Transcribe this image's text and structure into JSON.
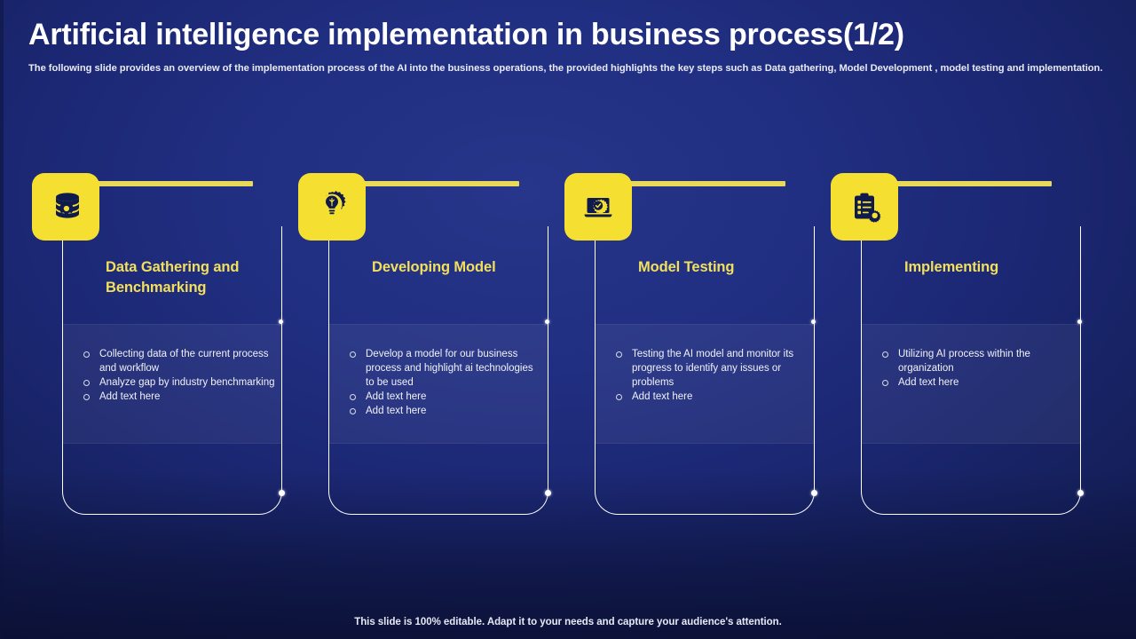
{
  "header": {
    "title": "Artificial intelligence implementation in business process(1/2)",
    "subtitle": "The following slide provides an overview of the implementation process of the AI into the business operations, the provided highlights the key steps such as Data gathering, Model Development , model testing and implementation."
  },
  "colors": {
    "background_top": "#27358a",
    "background_bottom": "#121a4d",
    "accent_yellow": "#f5e031",
    "title_yellow": "#f2e05c",
    "bar_yellow": "#e8d95a",
    "line_white": "#ffffff",
    "text_white": "#f0f2fa"
  },
  "columns": [
    {
      "icon": "database-gear-icon",
      "title": "Data Gathering and Benchmarking",
      "bullets": [
        "Collecting data of the current process and workflow",
        "Analyze gap by industry benchmarking",
        "Add text here"
      ]
    },
    {
      "icon": "gear-lightbulb-icon",
      "title": "Developing Model",
      "bullets": [
        "Develop a model for our business process and highlight ai technologies to be used",
        "Add text here",
        "Add text here"
      ]
    },
    {
      "icon": "laptop-gear-icon",
      "title": "Model Testing",
      "bullets": [
        "Testing the AI model and monitor its progress to identify any issues or problems",
        "Add text here"
      ]
    },
    {
      "icon": "clipboard-checklist-gear-icon",
      "title": "Implementing",
      "bullets": [
        "Utilizing AI process within the organization",
        "Add text here"
      ]
    }
  ],
  "footer": {
    "note": "This slide is 100% editable. Adapt it to your needs and capture your audience's attention."
  }
}
